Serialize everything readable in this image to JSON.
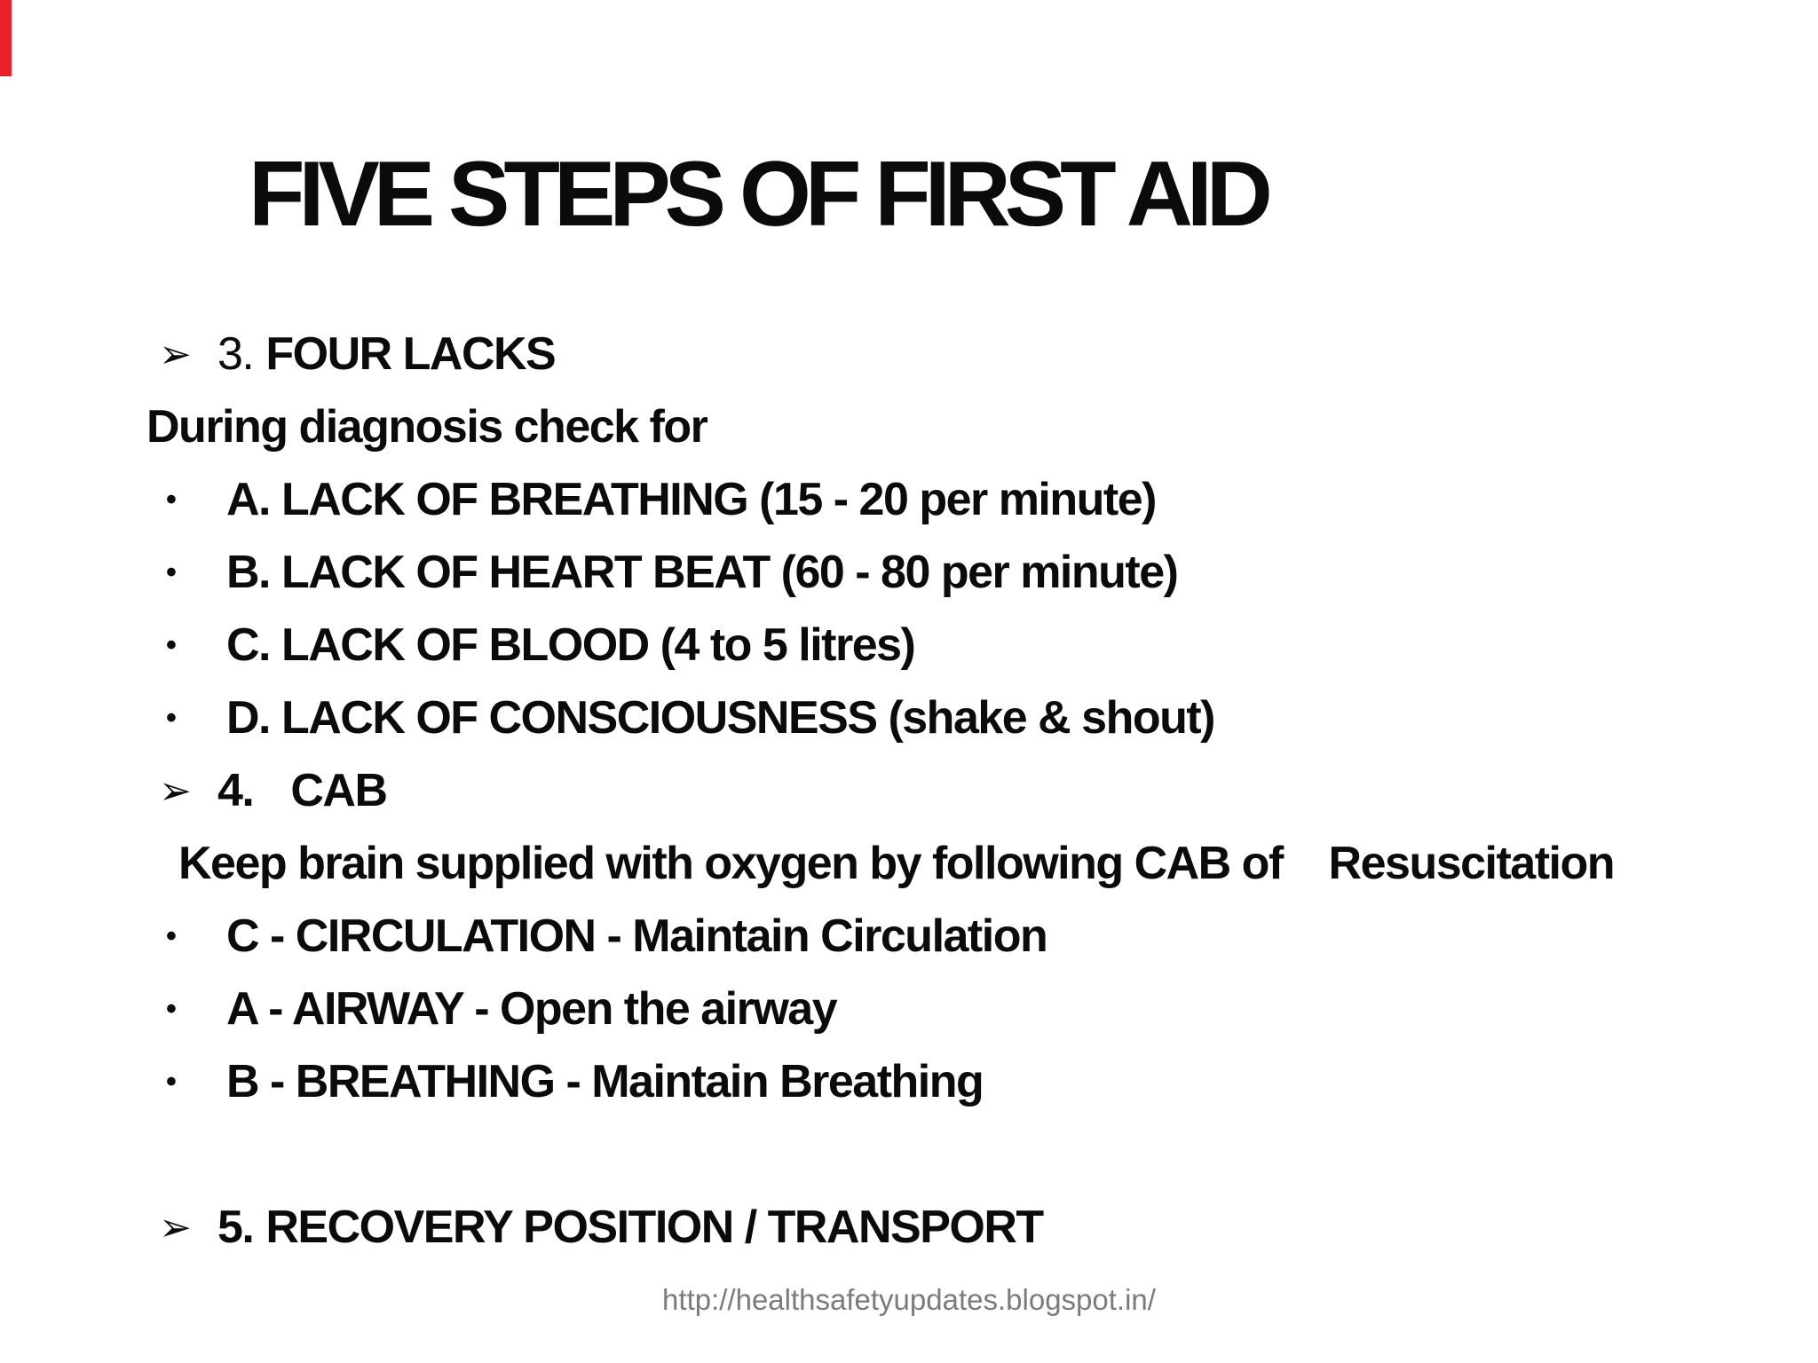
{
  "colors": {
    "background": "#ffffff",
    "text": "#0b0b0b",
    "red_bar": "#e8222a",
    "footer_text": "#7b7b7b"
  },
  "icons": {
    "arrow_bullet": "➢",
    "dot_bullet": "•"
  },
  "slide": {
    "title": "FIVE STEPS OF FIRST AID",
    "lines": [
      {
        "prefix": "3.",
        "text": "FOUR LACKS"
      },
      {
        "text": "During diagnosis check for"
      },
      {
        "text": "A. LACK OF BREATHING (15 - 20 per minute)"
      },
      {
        "text": "B. LACK OF HEART BEAT (60 - 80 per minute)"
      },
      {
        "text": "C. LACK OF BLOOD (4 to 5 litres)"
      },
      {
        "text": "D. LACK OF CONSCIOUSNESS (shake & shout)"
      },
      {
        "prefix": "4.",
        "text": "CAB"
      },
      {
        "text": "Keep brain supplied with oxygen by following CAB of    Resuscitation"
      },
      {
        "text": "C - CIRCULATION - Maintain Circulation"
      },
      {
        "text": "A - AIRWAY - Open the airway"
      },
      {
        "text": "B - BREATHING - Maintain Breathing"
      },
      {
        "text": ""
      },
      {
        "prefix": "5.",
        "text": "RECOVERY POSITION / TRANSPORT"
      }
    ],
    "footer_url": "http://healthsafetyupdates.blogspot.in/"
  }
}
